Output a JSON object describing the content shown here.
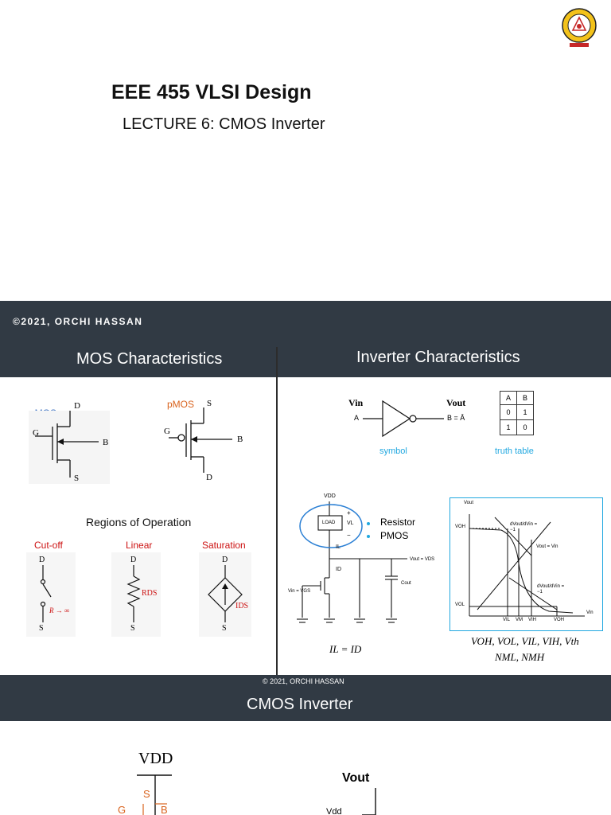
{
  "slide1": {
    "course_title": "EEE 455 VLSI Design",
    "lecture_title": "LECTURE 6: CMOS Inverter"
  },
  "slide2": {
    "copyright": "©2021, ORCHI HASSAN",
    "left_heading": "MOS Characteristics",
    "right_heading": "Inverter Characteristics",
    "nmos_label": "nMOS",
    "pmos_label": "pMOS",
    "nmos_terminals": {
      "d": "D",
      "g": "G",
      "b": "B",
      "s": "S"
    },
    "pmos_terminals": {
      "s": "S",
      "g": "G",
      "b": "B",
      "d": "D"
    },
    "regions_heading": "Regions of Operation",
    "regions": [
      {
        "name": "Cut-off",
        "top": "D",
        "bottom": "S",
        "element": "R → ∞"
      },
      {
        "name": "Linear",
        "top": "D",
        "bottom": "S",
        "element": "RDS"
      },
      {
        "name": "Saturation",
        "top": "D",
        "bottom": "S",
        "element": "IDS"
      }
    ],
    "inverter_symbol": {
      "vin": "Vin",
      "vout": "Vout",
      "in": "A",
      "out": "B = Ā",
      "caption": "symbol"
    },
    "truth_table": {
      "caption": "truth table",
      "headers": [
        "A",
        "B"
      ],
      "rows": [
        [
          "0",
          "1"
        ],
        [
          "1",
          "0"
        ]
      ]
    },
    "load_circuit": {
      "vdd": "VDD",
      "load": "LOAD",
      "vl": "VL",
      "il": "IL",
      "id": "ID",
      "vin": "Vin = VGS",
      "vout": "Vout = VDS",
      "cout": "Cout",
      "plus": "+",
      "minus": "−"
    },
    "load_options": [
      "Resistor",
      "PMOS"
    ],
    "vtc": {
      "y_axis": "Vout",
      "x_axis": "Vin",
      "voh": "VOH",
      "vol": "VOL",
      "vil": "VIL",
      "vm": "VM",
      "vih": "VIH",
      "voh_x": "VOH",
      "slope1": "dVout/dVin = −1",
      "slope2": "dVout/dVin = −1",
      "eq": "Vout = Vin"
    },
    "eq_current": "IL = ID",
    "eq_params_1": "VOH, VOL, VIL, VIH, Vth",
    "eq_params_2": "NML, NMH"
  },
  "slide3": {
    "copyright": "© 2021, ORCHI HASSAN",
    "heading": "CMOS Inverter",
    "vdd": "VDD",
    "s": "S",
    "g": "G",
    "b": "B",
    "vout": "Vout",
    "vdd_axis": "Vdd"
  },
  "colors": {
    "dark_band": "#313a44",
    "accent_blue": "#3f72c0",
    "accent_orange": "#d9631e",
    "accent_red": "#cc1111",
    "caption_cyan": "#21a8e0"
  }
}
